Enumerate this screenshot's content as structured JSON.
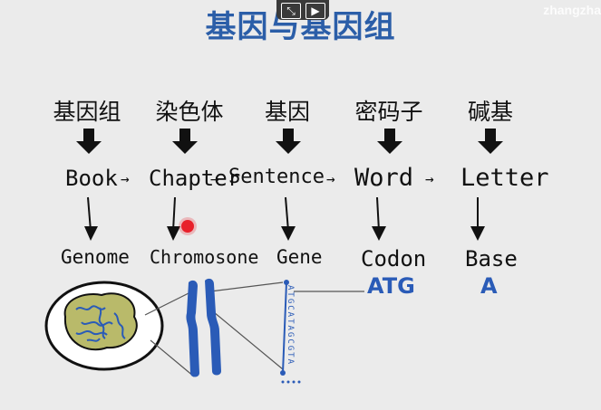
{
  "title": "基因与基因组",
  "watermark": "zhangzha",
  "player": {
    "shrink_icon": "shrink-icon",
    "screen_icon": "screen-icon"
  },
  "chinese_terms": [
    "基因组",
    "染色体",
    "基因",
    "密码子",
    "碱基"
  ],
  "analogy": {
    "words": [
      "Book",
      "Chapter",
      "Sentence",
      "Word",
      "Letter"
    ],
    "connectors": [
      "→",
      "→",
      "→",
      "→"
    ]
  },
  "biology": [
    "Genome",
    "Chromosone",
    "Gene",
    "Codon",
    "Base"
  ],
  "examples": {
    "codon": "ATG",
    "base": "A"
  },
  "gene_sequence": "ATGCATAGCGTA",
  "colors": {
    "title": "#2b5ea8",
    "accent_blue": "#2a5bb7",
    "nucleus": "#b9ba6a"
  }
}
